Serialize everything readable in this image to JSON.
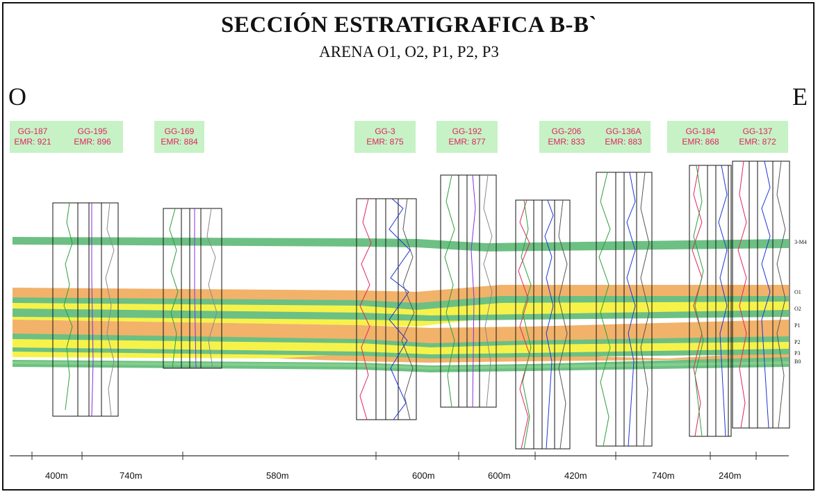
{
  "title": "SECCIÓN ESTRATIGRAFICA B-B`",
  "subtitle": "ARENA O1, O2, P1, P2, P3",
  "direction_left": "O",
  "direction_right": "E",
  "wells": [
    {
      "name": "GG-187",
      "emr": "EMR: 921"
    },
    {
      "name": "GG-195",
      "emr": "EMR: 896"
    },
    {
      "name": "GG-169",
      "emr": "EMR: 884"
    },
    {
      "name": "GG-3",
      "emr": "EMR: 875"
    },
    {
      "name": "GG-192",
      "emr": "EMR: 877"
    },
    {
      "name": "GG-206",
      "emr": "EMR: 833"
    },
    {
      "name": "GG-136A",
      "emr": "EMR: 883"
    },
    {
      "name": "GG-184",
      "emr": "EMR: 868"
    },
    {
      "name": "GG-137",
      "emr": "EMR: 872"
    }
  ],
  "sand_labels": [
    "3-M4",
    "O1",
    "O2",
    "P1",
    "P2",
    "P3",
    "B0"
  ],
  "distances": [
    "400m",
    "740m",
    "580m",
    "600m",
    "600m",
    "420m",
    "740m",
    "240m"
  ],
  "colors": {
    "green": "#6cc083",
    "yellow": "#f7f24a",
    "orange": "#f2b26a",
    "label_box": "#c6f2c6",
    "label_text": "#e0245e"
  }
}
